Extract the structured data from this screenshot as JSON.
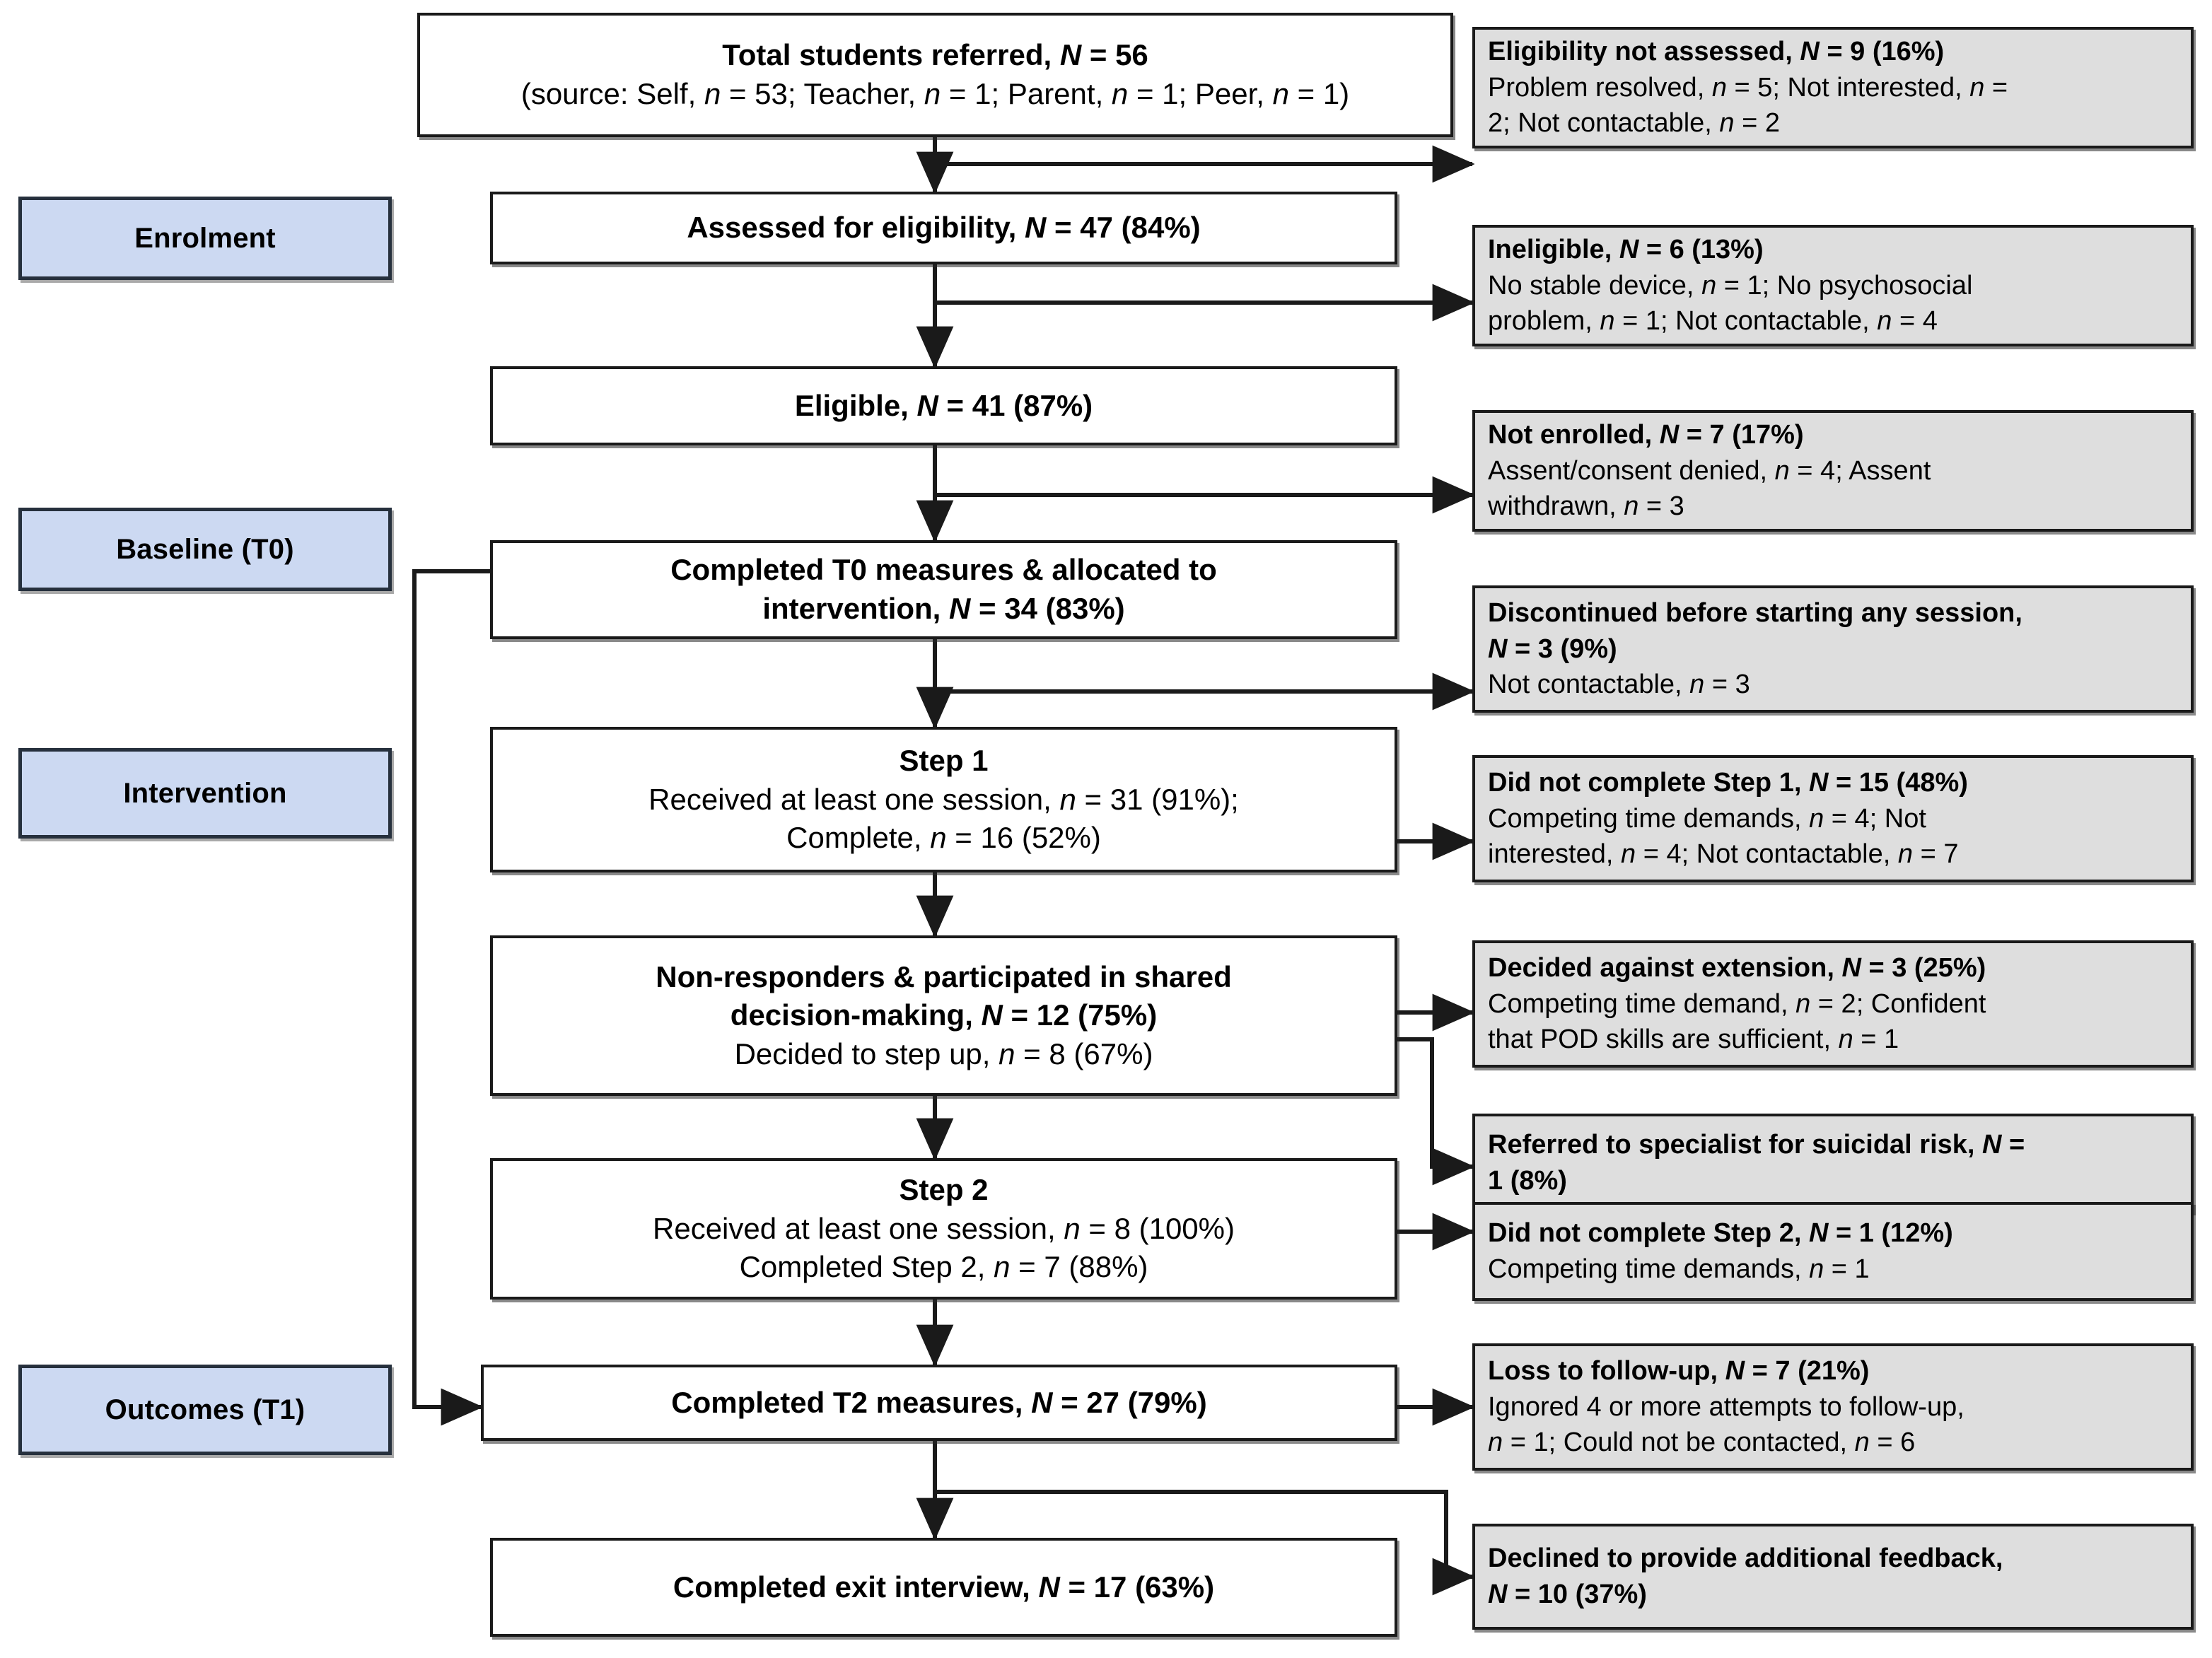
{
  "diagram": {
    "type": "consort-flow-diagram",
    "phases": [
      {
        "id": "enrolment",
        "label": "Enrolment"
      },
      {
        "id": "baseline",
        "label": "Baseline (T0)"
      },
      {
        "id": "intervention",
        "label": "Intervention"
      },
      {
        "id": "outcomes",
        "label": "Outcomes (T1)"
      }
    ],
    "flow_nodes": [
      {
        "id": "referred",
        "lines": [
          {
            "text": "Total students referred, N = 56",
            "bold": true
          },
          {
            "text": "(source: Self,  n = 53; Teacher, n = 1; Parent, n = 1; Peer, n = 1)",
            "bold": false
          }
        ]
      },
      {
        "id": "assessed",
        "lines": [
          {
            "text": "Assessed for eligibility, N = 47 (84%)",
            "bold": true
          }
        ]
      },
      {
        "id": "eligible",
        "lines": [
          {
            "text": "Eligible, N = 41 (87%)",
            "bold": true
          }
        ]
      },
      {
        "id": "t0-allocated",
        "lines": [
          {
            "text": "Completed T0 measures & allocated to",
            "bold": true
          },
          {
            "text": "intervention, N = 34 (83%)",
            "bold": true
          }
        ]
      },
      {
        "id": "step1",
        "lines": [
          {
            "text": "Step 1",
            "bold": true
          },
          {
            "text": "Received at least one session, n = 31 (91%);",
            "bold": false
          },
          {
            "text": "Complete, n = 16 (52%)",
            "bold": false
          }
        ]
      },
      {
        "id": "non-responders",
        "lines": [
          {
            "text": "Non-responders & participated in shared",
            "bold": true
          },
          {
            "text": "decision-making,  N = 12 (75%)",
            "bold": true
          },
          {
            "text": "Decided to step up, n = 8 (67%)",
            "bold": false
          }
        ]
      },
      {
        "id": "step2",
        "lines": [
          {
            "text": "Step 2",
            "bold": true
          },
          {
            "text": "Received at least one session, n = 8 (100%)",
            "bold": false
          },
          {
            "text": "Completed Step 2, n = 7 (88%)",
            "bold": false
          }
        ]
      },
      {
        "id": "t2-measures",
        "lines": [
          {
            "text": "Completed T2 measures, N = 27 (79%)",
            "bold": true
          }
        ]
      },
      {
        "id": "exit-interview",
        "lines": [
          {
            "text": "Completed exit interview, N = 17 (63%)",
            "bold": true
          }
        ]
      }
    ],
    "exclusion_nodes": [
      {
        "id": "eligibility-not-assessed",
        "lines": [
          {
            "text": "Eligibility not assessed, N = 9 (16%)",
            "bold": true
          },
          {
            "text": "Problem resolved, n = 5; Not interested, n =",
            "bold": false
          },
          {
            "text": "2; Not contactable, n = 2",
            "bold": false
          }
        ]
      },
      {
        "id": "ineligible",
        "lines": [
          {
            "text": "Ineligible, N = 6 (13%)",
            "bold": true
          },
          {
            "text": "No stable device, n = 1; No psychosocial",
            "bold": false
          },
          {
            "text": "problem, n = 1; Not contactable, n = 4",
            "bold": false
          }
        ]
      },
      {
        "id": "not-enrolled",
        "lines": [
          {
            "text": "Not enrolled, N = 7 (17%)",
            "bold": true
          },
          {
            "text": "Assent/consent denied, n = 4; Assent",
            "bold": false
          },
          {
            "text": "withdrawn, n  = 3",
            "bold": false
          }
        ]
      },
      {
        "id": "discontinued",
        "lines": [
          {
            "text": "Discontinued before starting any session,",
            "bold": true
          },
          {
            "text": "N = 3 (9%)",
            "bold": true
          },
          {
            "text": "Not contactable, n = 3",
            "bold": false
          }
        ]
      },
      {
        "id": "did-not-complete-step1",
        "lines": [
          {
            "text": "Did not complete Step 1, N = 15 (48%)",
            "bold": true
          },
          {
            "text": "Competing time demands, n = 4; Not",
            "bold": false
          },
          {
            "text": "interested, n = 4; Not contactable, n = 7",
            "bold": false
          }
        ]
      },
      {
        "id": "decided-against-extension",
        "lines": [
          {
            "text": "Decided against extension,  N = 3 (25%)",
            "bold": true
          },
          {
            "text": "Competing time demand, n = 2; Confident",
            "bold": false
          },
          {
            "text": "that POD skills are sufficient, n = 1",
            "bold": false
          }
        ]
      },
      {
        "id": "referred-specialist",
        "lines": [
          {
            "text": "Referred to specialist for suicidal risk, N =",
            "bold": true
          },
          {
            "text": "1 (8%)",
            "bold": true
          }
        ]
      },
      {
        "id": "did-not-complete-step2",
        "lines": [
          {
            "text": "Did not complete Step 2, N = 1 (12%)",
            "bold": true
          },
          {
            "text": "Competing time demands, n = 1",
            "bold": false
          }
        ]
      },
      {
        "id": "loss-to-follow-up",
        "lines": [
          {
            "text": "Loss to follow-up, N = 7 (21%)",
            "bold": true
          },
          {
            "text": "Ignored 4 or more attempts to follow-up,",
            "bold": false
          },
          {
            "text": "n = 1; Could not be contacted, n = 6",
            "bold": false
          }
        ]
      },
      {
        "id": "declined-feedback",
        "lines": [
          {
            "text": "Declined to provide additional feedback,",
            "bold": true
          },
          {
            "text": "N = 10 (37%)",
            "bold": true
          }
        ]
      }
    ],
    "colors": {
      "phase_fill": "#ccd9f2",
      "phase_border": "#26303d",
      "exclusion_fill": "#dedede",
      "node_border": "#1a1a1a",
      "node_fill": "#ffffff",
      "connector": "#1a1a1a"
    }
  }
}
